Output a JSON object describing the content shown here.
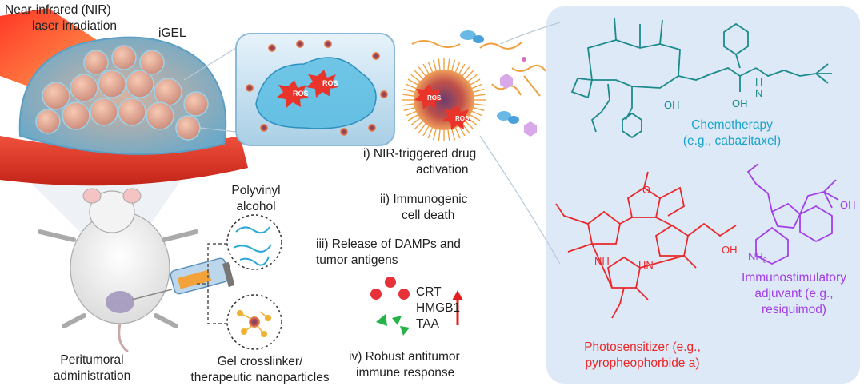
{
  "labels": {
    "nir_line1": "Near-infrared (NIR)",
    "nir_line2": "laser irradiation",
    "igel": "iGEL",
    "pva_line1": "Polyvinyl",
    "pva_line2": "alcohol",
    "peri_line1": "Peritumoral",
    "peri_line2": "administration",
    "gel_line1": "Gel crosslinker/",
    "gel_line2": "therapeutic nanoparticles"
  },
  "steps": {
    "s1_line1": "i) NIR-triggered drug",
    "s1_line2": "activation",
    "s2_line1": "ii) Immunogenic",
    "s2_line2": "cell death",
    "s3_line1": "iii) Release of DAMPs and",
    "s3_line2": "tumor antigens",
    "crt": "CRT",
    "hmgb1": "HMGB1",
    "taa": "TAA",
    "s4_line1": "iv) Robust antitumor",
    "s4_line2": "immune response"
  },
  "ros_label": "ROS",
  "chemo": {
    "line1": "Chemotherapy",
    "line2": "(e.g., cabazitaxel)"
  },
  "photo": {
    "line1": "Photosensitizer (e.g.,",
    "line2": "pyropheophorbide a)"
  },
  "immuno": {
    "line1": "Immunostimulatory",
    "line2": "adjuvant (e.g.,",
    "line3": "resiquimod)"
  },
  "atoms": {
    "oh": "OH",
    "h": "H",
    "n": "N",
    "o": "O",
    "nh": "NH",
    "hn": "HN",
    "nh2": "NH",
    "two": "2"
  },
  "colors": {
    "chemo_text": "#19a3c9",
    "chemo_struct": "#1b8a8a",
    "photo": "#e8282b",
    "immuno": "#a23fe6",
    "vessel": "#e63b2e",
    "gel": "#6fb6d8",
    "panel_bg": "#dde9f7",
    "arrow": "#e02020",
    "crt_dot": "#e8323a",
    "taa_tri": "#25b34a"
  }
}
